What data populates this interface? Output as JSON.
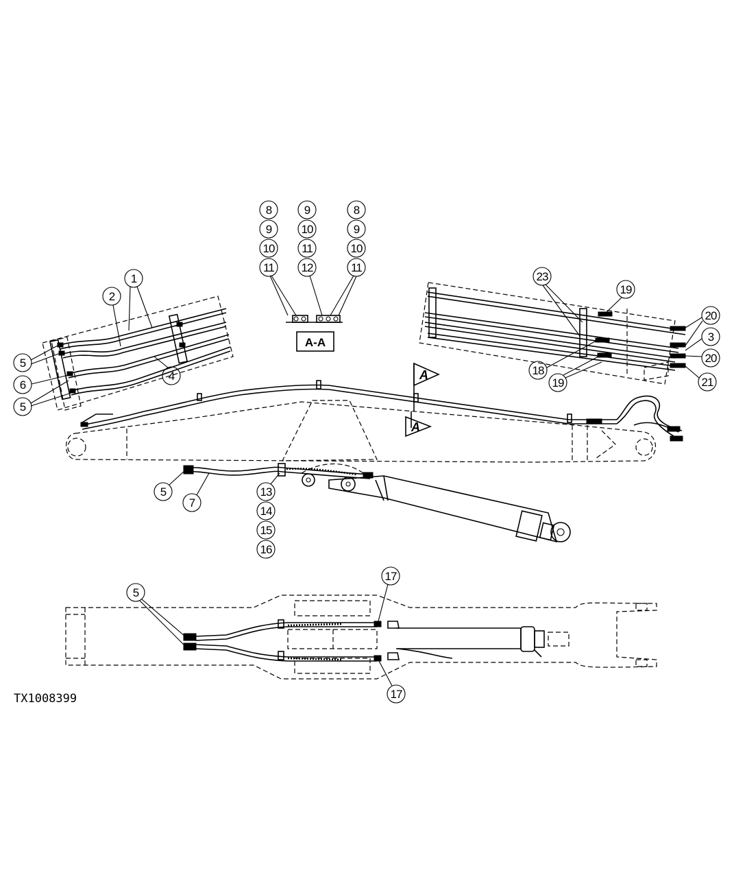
{
  "figure_id": "TX1008399",
  "section": {
    "label": "A-A",
    "column_left": [
      "8",
      "9",
      "10",
      "11"
    ],
    "column_middle": [
      "9",
      "10",
      "11",
      "12"
    ],
    "column_right": [
      "8",
      "9",
      "10",
      "11"
    ]
  },
  "view_arrow_label": "A",
  "callouts": {
    "left_detail": [
      "1",
      "2",
      "5",
      "6",
      "5",
      "4"
    ],
    "right_detail": [
      "23",
      "19",
      "20",
      "3",
      "20",
      "18",
      "19",
      "21"
    ],
    "main_view": [
      "5",
      "7",
      "13",
      "14",
      "15",
      "16"
    ],
    "bottom_view": [
      "5",
      "17",
      "17"
    ]
  }
}
